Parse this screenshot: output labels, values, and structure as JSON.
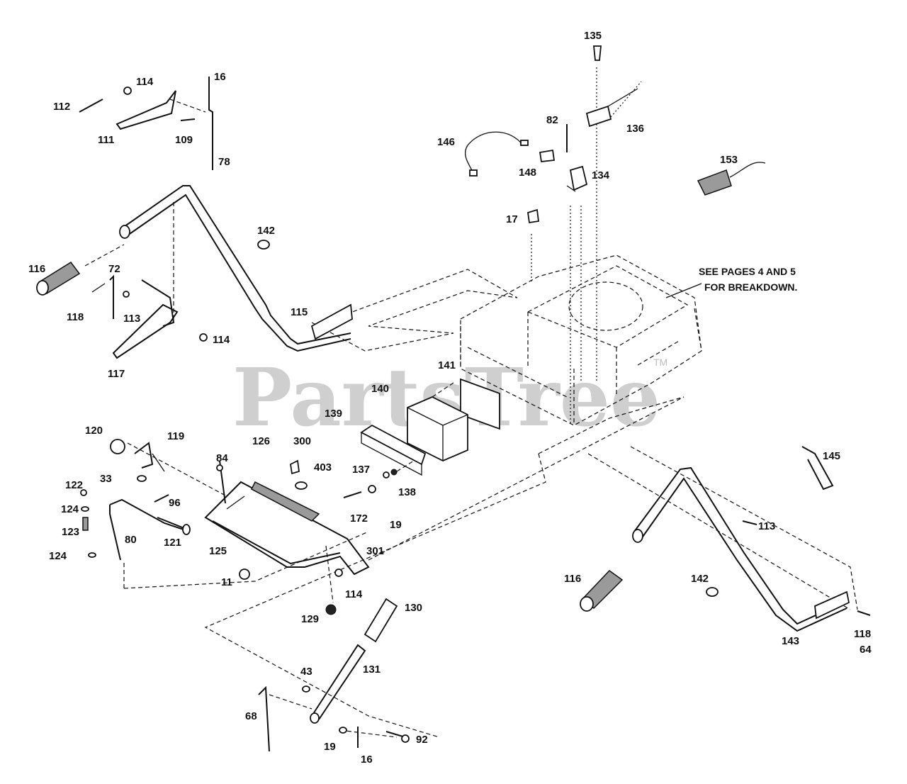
{
  "watermark": {
    "text": "PartsTree",
    "mark": "TM"
  },
  "note": {
    "line1": "SEE PAGES 4 AND 5",
    "line2": "FOR BREAKDOWN."
  },
  "labels": {
    "p135": "135",
    "p16a": "16",
    "p114a": "114",
    "p112": "112",
    "p111": "111",
    "p109": "109",
    "p78": "78",
    "p82": "82",
    "p136": "136",
    "p146": "146",
    "p148": "148",
    "p134": "134",
    "p153": "153",
    "p17": "17",
    "p142a": "142",
    "p116a": "116",
    "p72": "72",
    "p118a": "118",
    "p113a": "113",
    "p115": "115",
    "p114b": "114",
    "p117": "117",
    "p141": "141",
    "p140": "140",
    "p139": "139",
    "p120": "120",
    "p119": "119",
    "p126": "126",
    "p300": "300",
    "p84": "84",
    "p403": "403",
    "p137": "137",
    "p138": "138",
    "p33": "33",
    "p122": "122",
    "p124a": "124",
    "p96": "96",
    "p123": "123",
    "p80": "80",
    "p121": "121",
    "p124b": "124",
    "p125": "125",
    "p172": "172",
    "p19a": "19",
    "p301": "301",
    "p145": "145",
    "p113b": "113",
    "p11": "11",
    "p114c": "114",
    "p116b": "116",
    "p142b": "142",
    "p129": "129",
    "p130": "130",
    "p118b": "118",
    "p64": "64",
    "p143": "143",
    "p43": "43",
    "p131": "131",
    "p68": "68",
    "p19b": "19",
    "p92": "92",
    "p16b": "16"
  }
}
